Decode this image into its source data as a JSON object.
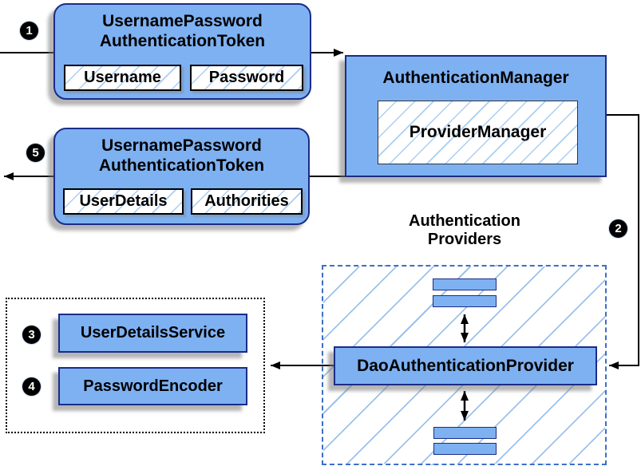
{
  "colors": {
    "node_fill": "#7eb1f2",
    "node_border": "#1a2c87",
    "hatch_line_small": "#aacdf4",
    "hatch_line_large": "#9cc2ec",
    "dashed_container_border": "#3b6fc4",
    "dotted_container_border": "#000000",
    "connector": "#000000",
    "shadow": "#787878"
  },
  "steps": [
    {
      "n": "1"
    },
    {
      "n": "2"
    },
    {
      "n": "3"
    },
    {
      "n": "4"
    },
    {
      "n": "5"
    }
  ],
  "request_token": {
    "title_line1": "UsernamePassword",
    "title_line2": "AuthenticationToken",
    "fields": [
      {
        "label": "Username"
      },
      {
        "label": "Password"
      }
    ]
  },
  "authentication_manager": {
    "title": "AuthenticationManager",
    "inner": "ProviderManager"
  },
  "result_token": {
    "title_line1": "UsernamePassword",
    "title_line2": "AuthenticationToken",
    "fields": [
      {
        "label": "UserDetails"
      },
      {
        "label": "Authorities"
      }
    ]
  },
  "providers": {
    "label_line1": "Authentication",
    "label_line2": "Providers",
    "main_provider": "DaoAuthenticationProvider"
  },
  "collaborators": [
    {
      "label": "UserDetailsService"
    },
    {
      "label": "PasswordEncoder"
    }
  ]
}
